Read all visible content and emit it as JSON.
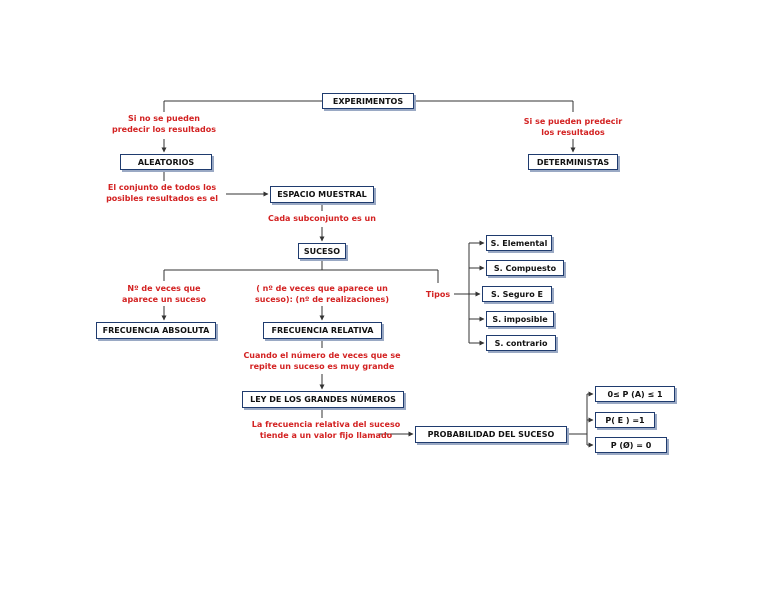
{
  "nodes": {
    "experimentos": "EXPERIMENTOS",
    "aleatorios": "ALEATORIOS",
    "deterministas": "DETERMINISTAS",
    "espacio_muestral": "ESPACIO MUESTRAL",
    "suceso": "SUCESO",
    "frecuencia_absoluta": "FRECUENCIA ABSOLUTA",
    "frecuencia_relativa": "FRECUENCIA RELATIVA",
    "ley_grandes_numeros": "LEY DE LOS GRANDES NÚMEROS",
    "probabilidad_suceso": "PROBABILIDAD DEL SUCESO",
    "s_elemental": "S. Elemental",
    "s_compuesto": "S. Compuesto",
    "s_seguro": "S. Seguro E",
    "s_imposible": "S. imposible",
    "s_contrario": "S. contrario",
    "p_range": "0≤ P (A) ≤ 1",
    "p_e": "P( E ) =1",
    "p_empty": "P (Ø) = 0"
  },
  "labels": {
    "no_predecir": [
      "Si no se pueden",
      "predecir los resultados"
    ],
    "si_predecir": [
      "Si se  pueden predecir",
      "los resultados"
    ],
    "conjunto_todos": [
      "El conjunto de todos los",
      "posibles resultados es el"
    ],
    "subconjunto": [
      "Cada subconjunto es un"
    ],
    "n_veces": [
      "Nº de veces que",
      "aparece un suceso"
    ],
    "cociente": [
      "( nº de veces que aparece un",
      "suceso): (nº de realizaciones)"
    ],
    "tipos": [
      "Tipos"
    ],
    "muy_grande": [
      "Cuando el número de veces que se",
      "repite un suceso es muy grande"
    ],
    "valor_fijo": [
      "La frecuencia relativa del suceso",
      "tiende a un valor fijo llamado"
    ]
  },
  "colors": {
    "box_border": "#1f3b6e",
    "connector": "#333333",
    "label_text": "#d32222"
  }
}
